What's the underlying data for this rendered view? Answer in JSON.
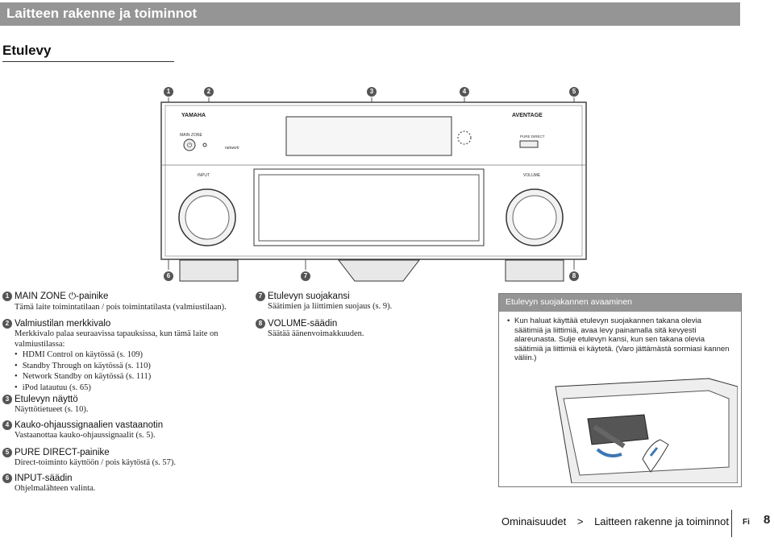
{
  "header": {
    "title": "Laitteen rakenne ja toiminnot"
  },
  "section": {
    "title": "Etulevy"
  },
  "diagram": {
    "brand": "YAMAHA",
    "model_logo": "AVENTAGE",
    "labels": {
      "main_zone": "MAIN ZONE",
      "pure_direct": "PURE DIRECT",
      "input": "INPUT",
      "volume": "VOLUME",
      "network": "network"
    },
    "callouts": [
      "1",
      "2",
      "3",
      "4",
      "5",
      "6",
      "7",
      "8"
    ]
  },
  "items": [
    {
      "num": "1",
      "title": "MAIN ZONE ⏻-painike",
      "desc": [
        "Tämä laite toimintatilaan / pois toimintatilasta (valmiustilaan)."
      ]
    },
    {
      "num": "2",
      "title": "Valmiustilan merkkivalo",
      "desc": [
        "Merkkivalo palaa seuraavissa tapauksissa, kun tämä laite on",
        "valmiustilassa:"
      ],
      "bullets": [
        "HDMI Control on käytössä (s. 109)",
        "Standby Through on käytössä (s. 110)",
        "Network Standby on käytössä (s. 111)",
        "iPod latautuu (s. 65)"
      ]
    },
    {
      "num": "3",
      "title": "Etulevyn näyttö",
      "desc": [
        "Näyttötietueet (s. 10)."
      ]
    },
    {
      "num": "4",
      "title": "Kauko-ohjaussignaalien vastaanotin",
      "desc": [
        "Vastaanottaa kauko-ohjaussignaalit (s. 5)."
      ]
    },
    {
      "num": "5",
      "title": "PURE DIRECT-painike",
      "desc": [
        "Direct-toiminto käyttöön / pois käytöstä (s. 57)."
      ]
    },
    {
      "num": "6",
      "title": "INPUT-säädin",
      "desc": [
        "Ohjelmalähteen valinta."
      ]
    },
    {
      "num": "7",
      "title": "Etulevyn suojakansi",
      "desc": [
        "Säätimien ja liittimien suojaus (s. 9)."
      ]
    },
    {
      "num": "8",
      "title": "VOLUME-säädin",
      "desc": [
        "Säätää äänenvoimakkuuden."
      ]
    }
  ],
  "infobox": {
    "title": "Etulevyn suojakannen avaaminen",
    "text": [
      "Kun haluat käyttää etulevyn suojakannen takana olevia",
      "säätimiä ja liittimiä, avaa levy painamalla sitä kevyesti",
      "alareunasta. Sulje etulevyn kansi, kun sen takana olevia",
      "säätimiä ja liittimiä ei käytetä. (Varo jättämästä sormiasi kannen",
      "väliin.)"
    ]
  },
  "footer": {
    "nav1": "Ominaisuudet",
    "sep": ">",
    "nav2": "Laitteen rakenne ja toiminnot",
    "lang": "Fi",
    "page": "8"
  }
}
